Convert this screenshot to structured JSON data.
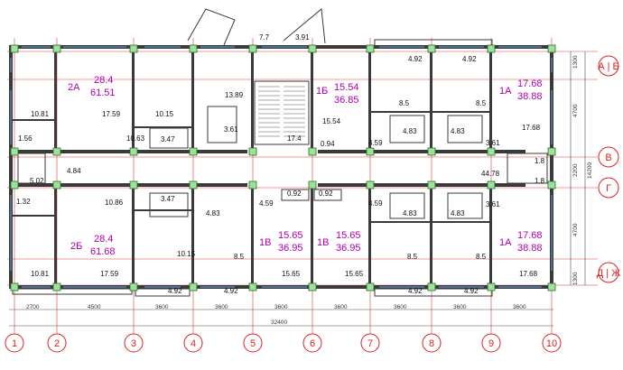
{
  "axes": {
    "vertical": [
      "1",
      "2",
      "3",
      "4",
      "5",
      "6",
      "7",
      "8",
      "9",
      "10"
    ],
    "horizontal": [
      "А",
      "Б",
      "В",
      "Г",
      "Д",
      "Ж"
    ],
    "row_labels": [
      "А | Б",
      "В",
      "Г",
      "Д | Ж"
    ]
  },
  "apartments": [
    {
      "type": "2А",
      "living": "28.4",
      "total": "61.51"
    },
    {
      "type": "1Б",
      "living": "15.54",
      "total": "36.85"
    },
    {
      "type": "1А",
      "living": "17.68",
      "total": "38.88"
    },
    {
      "type": "2Б",
      "living": "28.4",
      "total": "61.68"
    },
    {
      "type": "1В",
      "living": "15.65",
      "total": "36.95"
    },
    {
      "type": "1В",
      "living": "15.65",
      "total": "36.95"
    },
    {
      "type": "1А",
      "living": "17.68",
      "total": "38.88"
    }
  ],
  "room_areas": [
    "7.7",
    "3.91",
    "13.89",
    "4.92",
    "4.92",
    "10.81",
    "17.59",
    "10.15",
    "3.61",
    "15.54",
    "8.5",
    "8.5",
    "4.83",
    "4.83",
    "17.68",
    "1.56",
    "10.63",
    "3.47",
    "17.4",
    "0.94",
    "4.59",
    "3.61",
    "4.84",
    "44.78",
    "1.8",
    "5.02",
    "1.8",
    "1.32",
    "10.86",
    "3.47",
    "0.92",
    "0.92",
    "4.83",
    "4.59",
    "4.59",
    "4.83",
    "4.83",
    "3.61",
    "10.15",
    "8.5",
    "8.5",
    "8.5",
    "10.81",
    "17.59",
    "15.65",
    "15.65",
    "17.68",
    "4.92",
    "4.92",
    "4.92",
    "4.92"
  ],
  "dimensions": {
    "bottom_segments": [
      "2700",
      "4500",
      "3600",
      "3600",
      "3600",
      "3600",
      "3600",
      "3600",
      "3600"
    ],
    "total": "32400",
    "right_segments": [
      "1300",
      "4700",
      "2200",
      "4700",
      "1300"
    ],
    "right_total": "14200"
  },
  "colors": {
    "walls": "#3a3a3a",
    "axes": "#e03838",
    "columns": "#9be29b",
    "apartment_labels": "#b000b0",
    "windows": "#5b8fcf"
  }
}
